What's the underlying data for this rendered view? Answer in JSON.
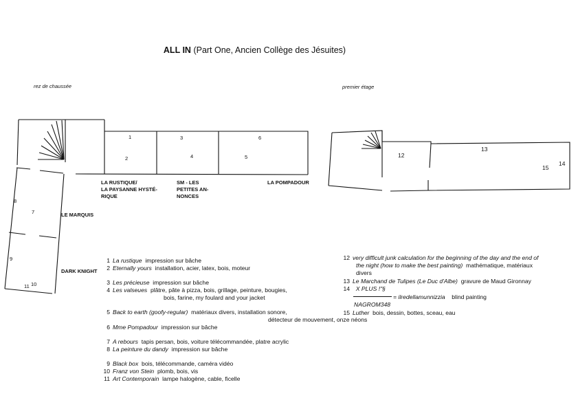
{
  "title": {
    "bold": "ALL IN",
    "rest": "(Part One, Ancien Collège des Jésuites)"
  },
  "floors": {
    "ground": "rez de chaussée",
    "first": "premier étage"
  },
  "rooms": {
    "r1": "1",
    "r2": "2",
    "r3": "3",
    "r4": "4",
    "r5": "5",
    "r6": "6",
    "r7": "7",
    "r8": "8",
    "r9": "9",
    "r10": "10",
    "r11": "11",
    "r12": "12",
    "r13": "13",
    "r14": "14",
    "r15": "15"
  },
  "room_labels": {
    "rustique": [
      "LA RUSTIQUE/",
      "LA PAYSANNE HYSTÉ-",
      "RIQUE"
    ],
    "sm": [
      "SM - LES",
      "PETITES AN-",
      "NONCES"
    ],
    "pompadour": "LA POMPADOUR",
    "marquis": "LE MARQUIS",
    "darkknight": "DARK KNIGHT"
  },
  "works_left": [
    {
      "n": "1",
      "title": "La rustique",
      "desc": "impression sur bâche"
    },
    {
      "n": "2",
      "title": "Eternally yours",
      "desc": "installation, acier, latex, bois, moteur"
    },
    {
      "n": "3",
      "title": "Les précieuse",
      "desc": "impression sur bâche"
    },
    {
      "n": "4",
      "title": "Les valseues",
      "desc": "plâtre, pâte à pizza, bois, grillage, peinture, bougies,",
      "desc2": "bois, farine, my foulard and your jacket"
    },
    {
      "n": "5",
      "title": "Back to earth (goofy-regular)",
      "desc": "matériaux divers, installation sonore,",
      "desc2": "détecteur de mouvement, onze néons"
    },
    {
      "n": "6",
      "title": "Mme Pompadour",
      "desc": "impression sur bâche"
    },
    {
      "n": "7",
      "title": "A rebours",
      "desc": "tapis persan, bois, voiture télécommandée, platre acrylic"
    },
    {
      "n": "8",
      "title": "La peinture du dandy",
      "desc": "impression sur bâche"
    },
    {
      "n": "9",
      "title": "Black box",
      "desc": "bois, télécommande, caméra vidéo"
    },
    {
      "n": "10",
      "title": "Franz von Stein",
      "desc": "plomb, bois, vis"
    },
    {
      "n": "11",
      "title": "Art Contemporain",
      "desc": "lampe halogène, cable, ficelle"
    }
  ],
  "works_right": {
    "w12": {
      "n": "12",
      "title": "very difficult junk calculation for the beginning of the day and the end of",
      "title2": "the night (how to make the best painting)",
      "desc": "mathématique, matériaux",
      "desc2": "divers"
    },
    "w13": {
      "n": "13",
      "title": "Le Marchand de Tulipes (Le Duc d'Albe)",
      "desc": "gravure de Maud Gironnay"
    },
    "w14": {
      "n": "14",
      "title": "X PLUS !\"§",
      "eq": "= ilredellamunnizzia",
      "desc": "blind painting",
      "sub": "NAGROM348"
    },
    "w15": {
      "n": "15",
      "title": "Luther",
      "desc": "bois, dessin, bottes, sceau, eau"
    }
  }
}
